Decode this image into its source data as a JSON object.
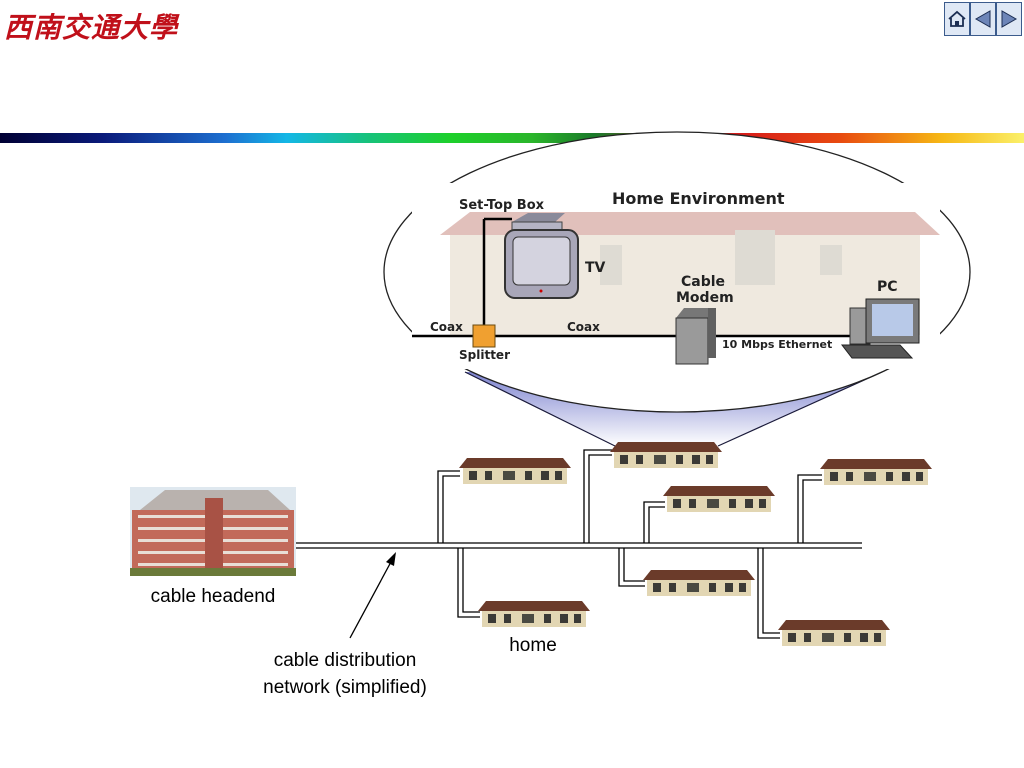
{
  "header": {
    "logo_text": "西南交通大學",
    "nav": {
      "home_icon": "home-icon",
      "prev_icon": "triangle-left-icon",
      "next_icon": "triangle-right-icon"
    }
  },
  "home_environment": {
    "title": "Home Environment",
    "set_top_box": "Set-Top Box",
    "tv": "TV",
    "cable_modem_line1": "Cable",
    "cable_modem_line2": "Modem",
    "pc": "PC",
    "coax_left": "Coax",
    "coax_right": "Coax",
    "splitter": "Splitter",
    "ethernet": "10 Mbps Ethernet"
  },
  "labels": {
    "cable_headend": "cable headend",
    "home": "home",
    "distribution_line1": "cable distribution",
    "distribution_line2": "network (simplified)"
  },
  "colors": {
    "house_roof": "#6b3b2a",
    "house_wall": "#e2d6b3",
    "headend_brick": "#c26a5a",
    "bubble_fill": "#9a9fd8",
    "splitter": "#f0a030"
  }
}
